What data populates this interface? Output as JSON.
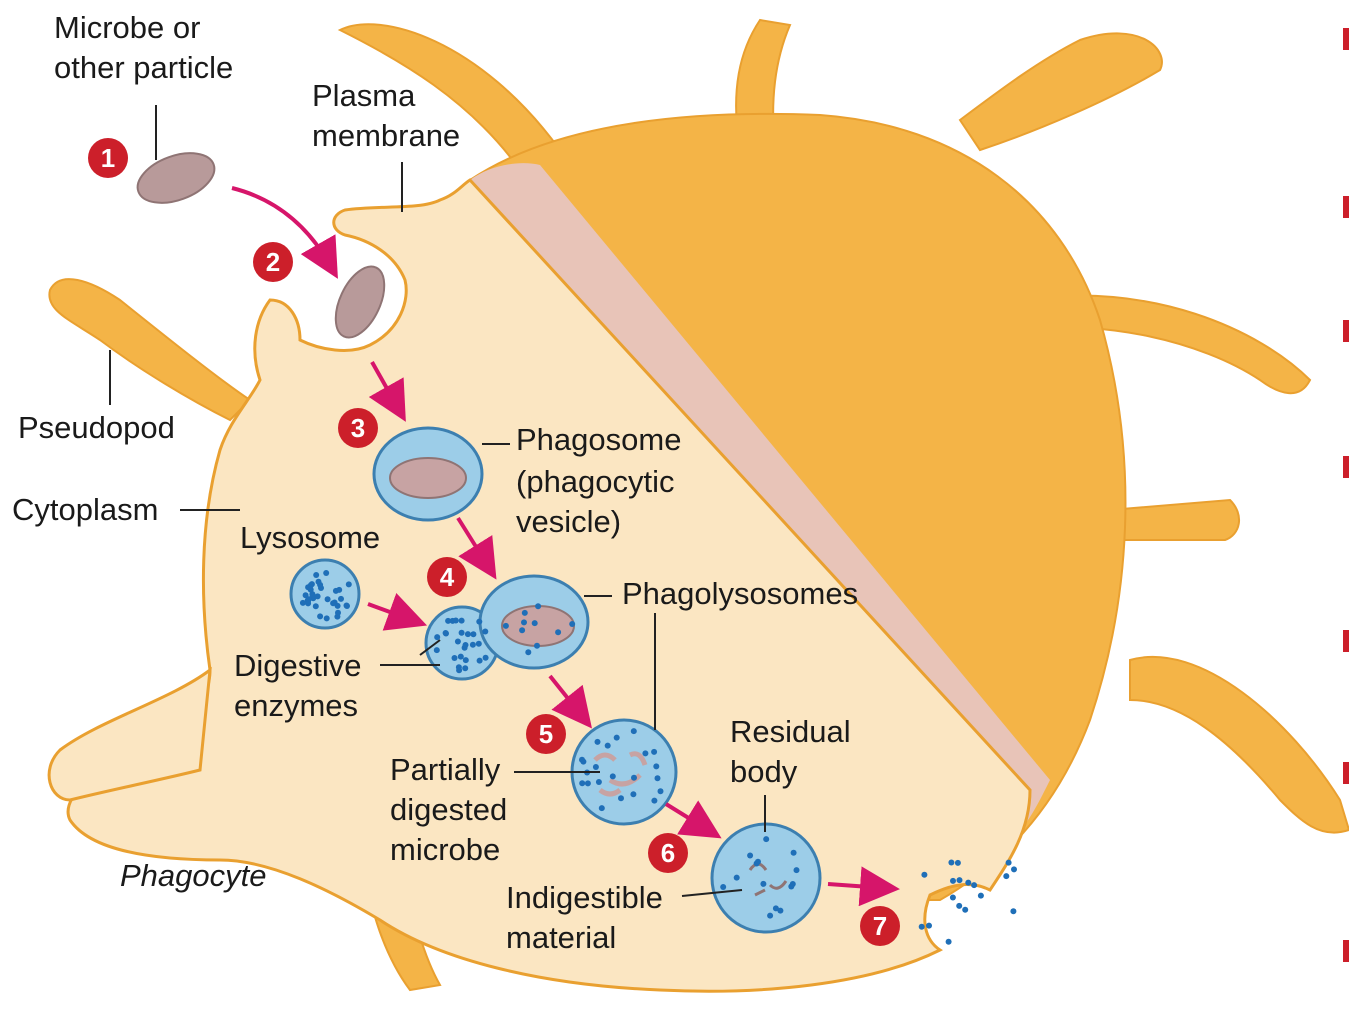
{
  "labels": {
    "microbe_line1": "Microbe or",
    "microbe_line2": "other particle",
    "plasma_line1": "Plasma",
    "plasma_line2": "membrane",
    "pseudopod": "Pseudopod",
    "cytoplasm": "Cytoplasm",
    "lysosome": "Lysosome",
    "phagosome_line1": "Phagosome",
    "phagosome_line2": "(phagocytic",
    "phagosome_line3": "vesicle)",
    "phagolysosomes": "Phagolysosomes",
    "digestive_line1": "Digestive",
    "digestive_line2": "enzymes",
    "partially_line1": "Partially",
    "partially_line2": "digested",
    "partially_line3": "microbe",
    "residual_line1": "Residual",
    "residual_line2": "body",
    "indigestible_line1": "Indigestible",
    "indigestible_line2": "material",
    "phagocyte": "Phagocyte"
  },
  "steps": [
    "1",
    "2",
    "3",
    "4",
    "5",
    "6",
    "7"
  ],
  "colors": {
    "cell_outer": "#f4b447",
    "cell_inner": "#fbe6c2",
    "cut_face": "#e8c4b8",
    "vesicle": "#9ccde8",
    "microbe": "#b89a9a",
    "step_badge": "#cc1f2a",
    "arrow": "#d6156a",
    "enzyme_dot": "#1f6fb8"
  }
}
